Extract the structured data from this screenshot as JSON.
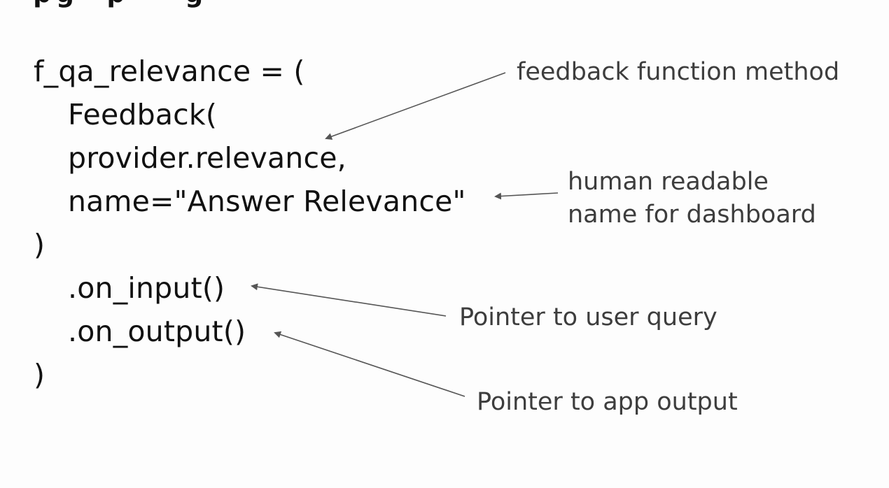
{
  "header_fragment": " p g     p         g",
  "code": {
    "line1": "f_qa_relevance = (",
    "line2": "Feedback(",
    "line3": "provider.relevance,",
    "line4": "name=\"Answer Relevance\"",
    "line5": ")",
    "line6": ".on_input()",
    "line7": ".on_output()",
    "line8": ")"
  },
  "annotations": {
    "feedback_method": "feedback function method",
    "readable_name_line1": "human readable",
    "readable_name_line2": "name for dashboard",
    "user_query": "Pointer to user query",
    "app_output": "Pointer to app output"
  },
  "colors": {
    "code_text": "#111111",
    "annotation_text": "#3d3d3d",
    "arrow": "#555555",
    "background": "#fdfdfd"
  }
}
